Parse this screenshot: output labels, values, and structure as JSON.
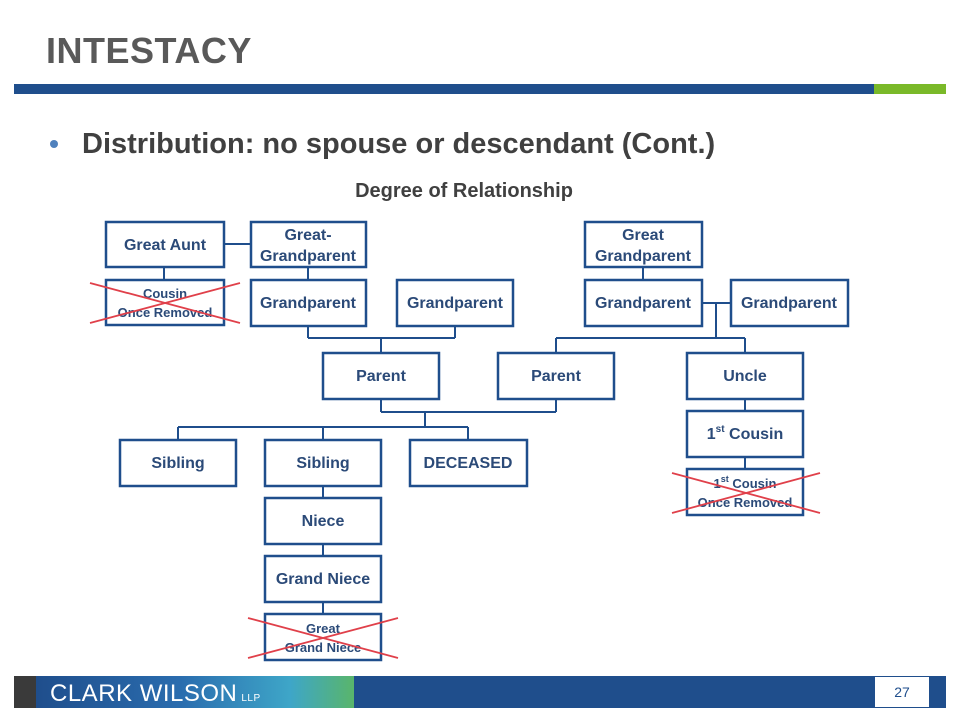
{
  "title": "INTESTACY",
  "bullet": "Distribution: no spouse or descendant (Cont.)",
  "subtitle": "Degree of Relationship",
  "colors": {
    "accent_blue": "#1f4e8c",
    "accent_green": "#7ab929",
    "cross_red": "#e0404a"
  },
  "nodes": {
    "great_aunt": {
      "line1": "Great Aunt"
    },
    "great_grandparent_left": {
      "line1": "Great-",
      "line2": "Grandparent"
    },
    "cousin_once_removed": {
      "line1": "Cousin",
      "line2": "Once Removed",
      "crossed": true
    },
    "grandparent_1": {
      "line1": "Grandparent"
    },
    "grandparent_2": {
      "line1": "Grandparent"
    },
    "great_grandparent_right": {
      "line1": "Great",
      "line2": "Grandparent"
    },
    "grandparent_3": {
      "line1": "Grandparent"
    },
    "grandparent_4": {
      "line1": "Grandparent"
    },
    "parent_1": {
      "line1": "Parent"
    },
    "parent_2": {
      "line1": "Parent"
    },
    "uncle": {
      "line1": "Uncle"
    },
    "sibling_1": {
      "line1": "Sibling"
    },
    "sibling_2": {
      "line1": "Sibling"
    },
    "deceased": {
      "line1": "DECEASED"
    },
    "first_cousin": {
      "line1": "1",
      "sup": "st",
      "line1b": " Cousin"
    },
    "first_cousin_once_removed": {
      "line1": "1",
      "sup": "st",
      "line1b": " Cousin",
      "line2": "Once Removed",
      "crossed": true
    },
    "niece": {
      "line1": "Niece"
    },
    "grand_niece": {
      "line1": "Grand Niece"
    },
    "great_grand_niece": {
      "line1": "Great",
      "line2": "Grand Niece",
      "crossed": true
    }
  },
  "footer": {
    "logo": "CLARK WILSON",
    "logo_suffix": "LLP",
    "page_number": "27"
  }
}
